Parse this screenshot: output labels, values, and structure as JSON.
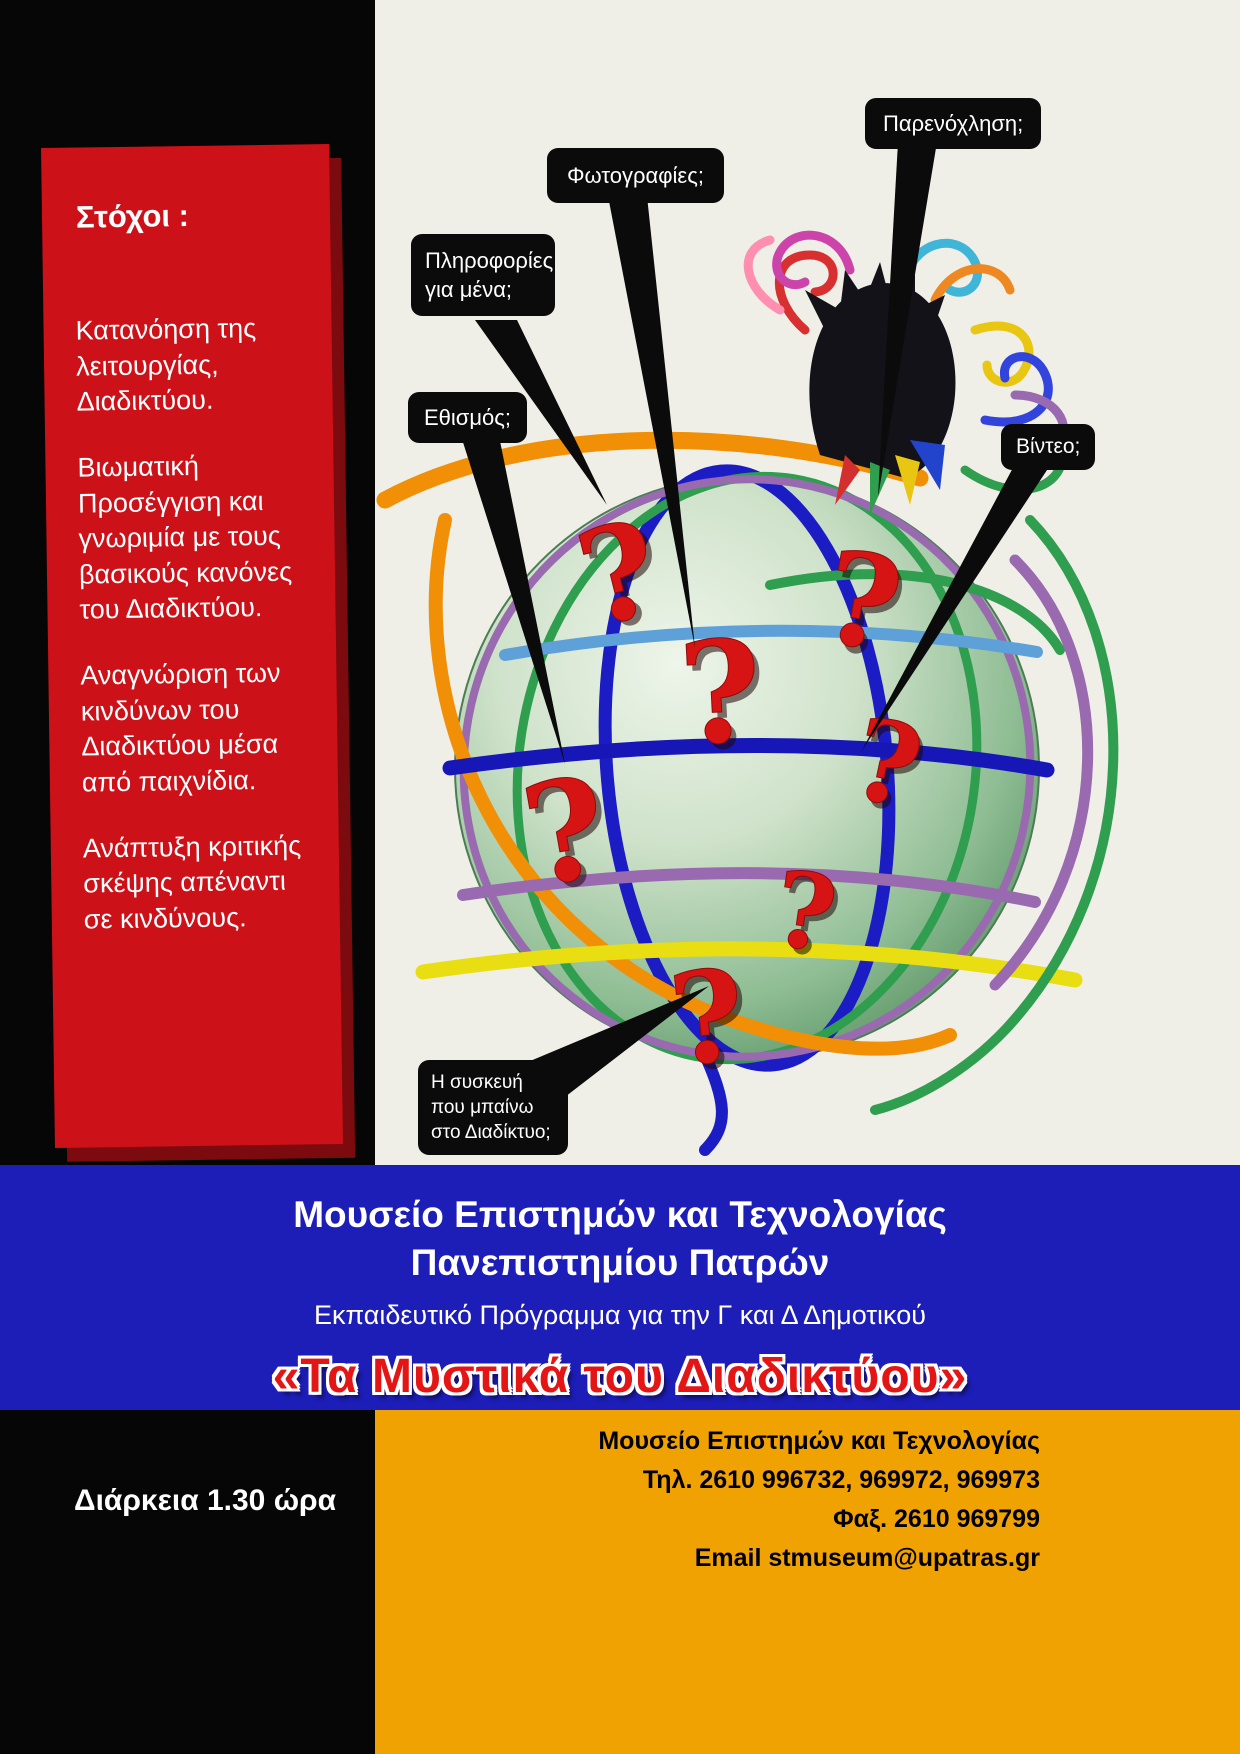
{
  "goals": {
    "title": "Στόχοι :",
    "items": [
      {
        "text": "Κατανόηση της λειτουργίας, Διαδικτύου."
      },
      {
        "text": "Βιωματική Προσέγγιση και γνωριμία με τους βασικούς κανόνες του Διαδικτύου."
      },
      {
        "text": "Αναγνώριση των  κινδύνων του Διαδικτύου μέσα από παιχνίδια."
      },
      {
        "text": "Ανάπτυξη κριτικής σκέψης απέναντι σε κινδύνους."
      }
    ]
  },
  "callouts": {
    "info": "Πληροφορίες για μένα;",
    "photos": "Φωτογραφίες;",
    "harassment": "Παρενόχληση;",
    "addiction": "Εθισμός;",
    "video": "Βίντεο;",
    "device": "Η συσκευή που μπαίνω  στο Διαδίκτυο;"
  },
  "illustration": {
    "question_mark": "?"
  },
  "banner": {
    "museum_line1": "Μουσείο  Επιστημών και Τεχνολογίας",
    "museum_line2": "Πανεπιστημίου Πατρών",
    "program": "Εκπαιδευτικό Πρόγραμμα για την Γ και Δ Δημοτικού",
    "title": "«Τα Μυστικά του Διαδικτύου»"
  },
  "footer": {
    "duration": "Διάρκεια  1.30 ώρα",
    "contact_name": "Μουσείο Επιστημών και Τεχνολογίας",
    "phone": "Τηλ. 2610 996732, 969972, 969973",
    "fax": "Φαξ. 2610 969799",
    "email": "Email stmuseum@upatras.gr"
  },
  "colors": {
    "panel_red": "#cd1118",
    "band_blue": "#1d1db8",
    "band_orange": "#f0a202",
    "accent_red": "#e31515",
    "background_black": "#060606",
    "paper": "#f0efe7"
  }
}
